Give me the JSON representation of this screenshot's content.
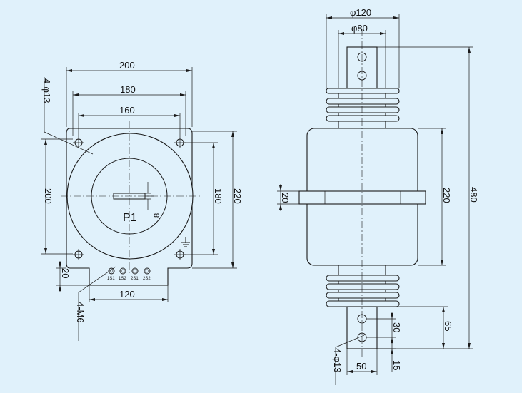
{
  "dimensions": {
    "front_width_200": "200",
    "front_width_180": "180",
    "front_width_160": "160",
    "front_height_200": "200",
    "front_height_180": "180",
    "front_height_220": "220",
    "base_offset_20": "20",
    "bottom_width_120": "120",
    "slot_8": "8",
    "mount_holes": "4-φ13",
    "bolts": "4-M6",
    "side_dia_120": "φ120",
    "side_dia_80": "φ80",
    "side_height_220": "220",
    "side_height_480": "480",
    "side_flange_20": "20",
    "side_65": "65",
    "side_30": "30",
    "side_15": "15",
    "side_50": "50",
    "side_holes": "4-φ13"
  },
  "labels": {
    "primary_terminal": "P1",
    "secondary_terminals": [
      "1S1",
      "1S2",
      "2S1",
      "2S2"
    ]
  }
}
